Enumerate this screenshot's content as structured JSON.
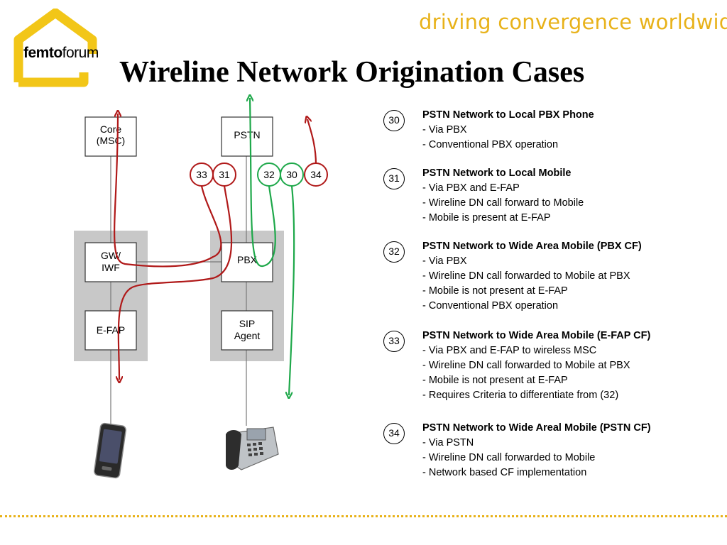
{
  "header": {
    "tagline": "driving convergence worldwide",
    "title": "Wireline Network Origination Cases",
    "logo": {
      "bold": "femto",
      "normal": "forum"
    }
  },
  "diagram": {
    "nodes": {
      "core": [
        "Core",
        "(MSC)"
      ],
      "pstn": "PSTN",
      "gw": [
        "GW/",
        "IWF"
      ],
      "pbx": "PBX",
      "efap": "E-FAP",
      "sip": [
        "SIP",
        "Agent"
      ]
    },
    "markers": [
      {
        "label": "33",
        "color": "red"
      },
      {
        "label": "31",
        "color": "red"
      },
      {
        "label": "32",
        "color": "green"
      },
      {
        "label": "30",
        "color": "green"
      },
      {
        "label": "34",
        "color": "red"
      }
    ],
    "devices": [
      "mobile-phone",
      "desk-phone"
    ]
  },
  "cases": [
    {
      "num": "30",
      "title": "PSTN Network to Local PBX Phone",
      "lines": [
        "- Via PBX",
        "- Conventional PBX operation"
      ]
    },
    {
      "num": "31",
      "title": "PSTN Network to Local Mobile",
      "lines": [
        "- Via PBX and E-FAP",
        "- Wireline DN call forward to Mobile",
        "- Mobile is present at E-FAP"
      ]
    },
    {
      "num": "32",
      "title": "PSTN Network to Wide Area Mobile (PBX CF)",
      "lines": [
        "- Via PBX",
        "- Wireline DN call forwarded to Mobile at PBX",
        "- Mobile is not present at E-FAP",
        "- Conventional PBX operation"
      ]
    },
    {
      "num": "33",
      "title": "PSTN Network to Wide Area Mobile (E-FAP CF)",
      "lines": [
        "- Via PBX and E-FAP to wireless MSC",
        "- Wireline DN call forwarded to Mobile at PBX",
        "- Mobile is not present at E-FAP",
        "- Requires Criteria to differentiate from (32)"
      ]
    },
    {
      "num": "34",
      "title": "PSTN Network to Wide Areal Mobile (PSTN CF)",
      "lines": [
        "- Via PSTN",
        "- Wireline DN call forwarded to Mobile",
        "- Network based CF implementation"
      ]
    }
  ],
  "colors": {
    "accent": "#e8b21a",
    "red": "#b01919",
    "green": "#1ea84a",
    "panel": "#c8c8c8"
  }
}
